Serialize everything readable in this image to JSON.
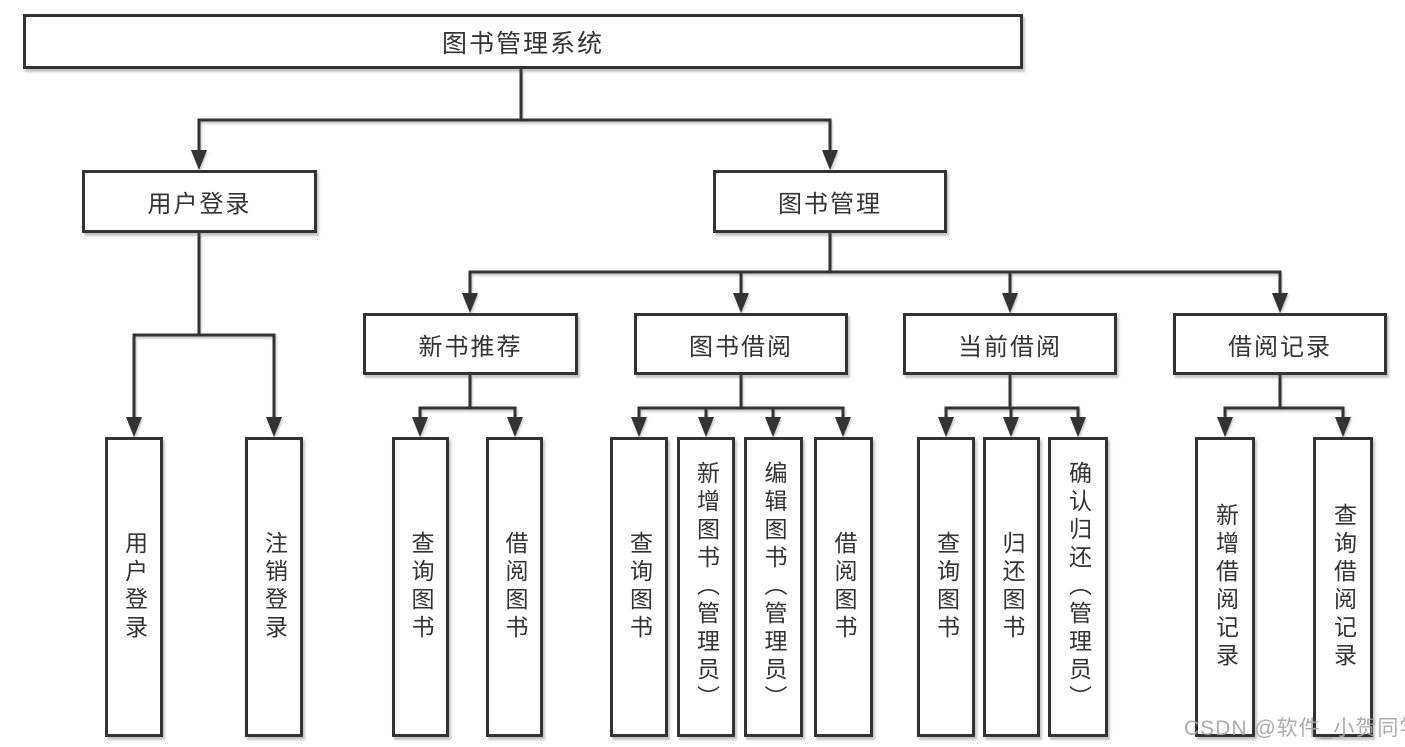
{
  "diagram_type": "hierarchy-tree",
  "colors": {
    "line": "#333333",
    "box_border": "#333333",
    "box_fill": "#ffffff",
    "text": "#333333",
    "watermark": "#a5a5a5"
  },
  "watermark": {
    "text": "CSDN @软件_小贺同学"
  },
  "tree": {
    "label": "图书管理系统",
    "children": [
      {
        "label": "用户登录",
        "children": [
          {
            "label": "用户登录"
          },
          {
            "label": "注销登录"
          }
        ]
      },
      {
        "label": "图书管理",
        "children": [
          {
            "label": "新书推荐",
            "children": [
              {
                "label": "查询图书"
              },
              {
                "label": "借阅图书"
              }
            ]
          },
          {
            "label": "图书借阅",
            "children": [
              {
                "label": "查询图书"
              },
              {
                "label": "新增图书（管理员）"
              },
              {
                "label": "编辑图书（管理员）"
              },
              {
                "label": "借阅图书"
              }
            ]
          },
          {
            "label": "当前借阅",
            "children": [
              {
                "label": "查询图书"
              },
              {
                "label": "归还图书"
              },
              {
                "label": "确认归还（管理员）"
              }
            ]
          },
          {
            "label": "借阅记录",
            "children": [
              {
                "label": "新增借阅记录"
              },
              {
                "label": "查询借阅记录"
              }
            ]
          }
        ]
      }
    ]
  }
}
